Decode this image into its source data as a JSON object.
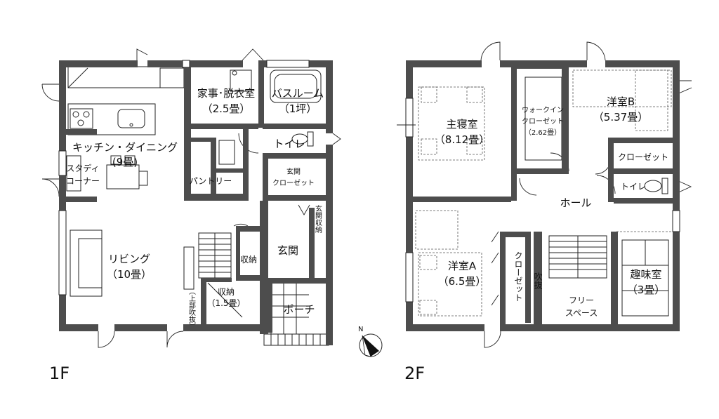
{
  "floors": {
    "first": {
      "label": "1F",
      "rooms": {
        "utility_name": "家事･脱衣室",
        "utility_size": "（2.5畳）",
        "bath_name": "バスルーム",
        "bath_size": "（1坪）",
        "toilet": "トイレ",
        "kitchen_name": "キッチン・ダイニング",
        "kitchen_size": "(9畳)",
        "study_line1": "スタディ",
        "study_line2": "コーナー",
        "pantry": "パントリー",
        "entrance_closet_line1": "玄関",
        "entrance_closet_line2": "クローゼット",
        "entrance_storage": "玄関収納",
        "entrance": "玄関",
        "storage": "収納",
        "storage2_name": "収納",
        "storage2_size": "（1.5畳）",
        "living_name": "リビング",
        "living_size": "（10畳）",
        "porch": "ポーチ",
        "stair_note": "（上部吹抜）"
      }
    },
    "second": {
      "label": "2F",
      "rooms": {
        "master_name": "主寝室",
        "master_size": "（8.12畳）",
        "walkin_line1": "ウォークイン",
        "walkin_line2": "クローゼット",
        "walkin_size": "（2.62畳）",
        "western_b_name": "洋室B",
        "western_b_size": "（5.37畳）",
        "closet_b": "クローゼット",
        "toilet": "トイレ",
        "hall": "ホール",
        "western_a_name": "洋室A",
        "western_a_size": "（6.5畳）",
        "closet_a": "クローゼット",
        "void": "吹抜",
        "free_line1": "フリー",
        "free_line2": "スペース",
        "hobby_name": "趣味室",
        "hobby_size": "（3畳）"
      }
    }
  },
  "compass": {
    "north_label": "N"
  }
}
